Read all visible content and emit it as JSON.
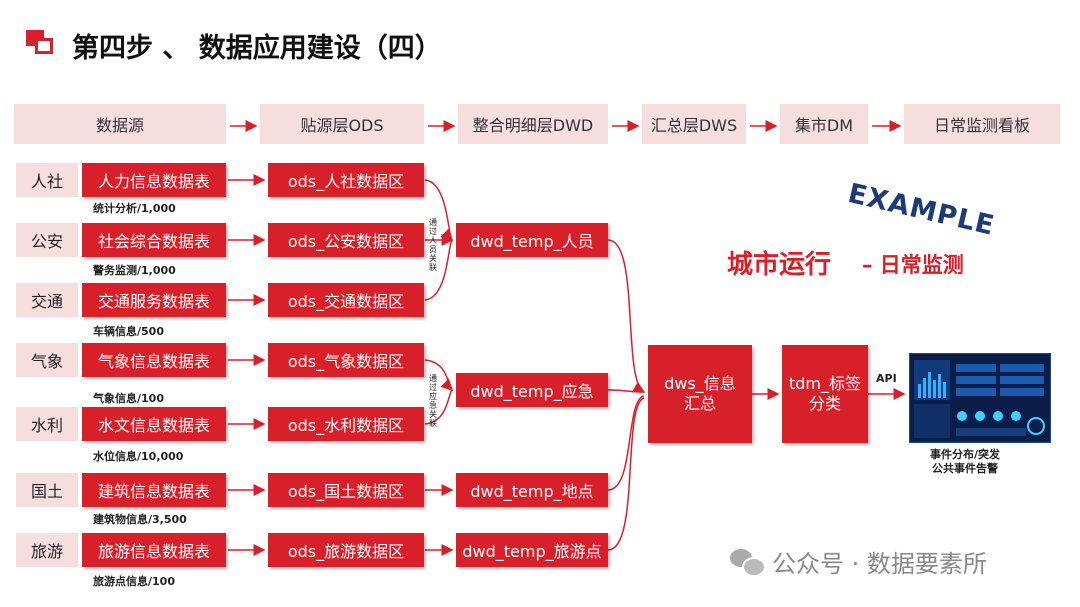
{
  "title": "第四步 、  数据应用建设（四）",
  "flow": [
    {
      "label": "数据源"
    },
    {
      "label": "贴源层ODS"
    },
    {
      "label": "整合明细层DWD"
    },
    {
      "label": "汇总层DWS"
    },
    {
      "label": "集市DM"
    },
    {
      "label": "日常监测看板"
    }
  ],
  "sources": [
    {
      "dept": "人社",
      "table": "人力信息数据表",
      "caption": "统计分析/1,000",
      "ods": "ods_人社数据区"
    },
    {
      "dept": "公安",
      "table": "社会综合数据表",
      "caption": "警务监测/1,000",
      "ods": "ods_公安数据区"
    },
    {
      "dept": "交通",
      "table": "交通服务数据表",
      "caption": "车辆信息/500",
      "ods": "ods_交通数据区"
    },
    {
      "dept": "气象",
      "table": "气象信息数据表",
      "caption": "气象信息/100",
      "ods": "ods_气象数据区"
    },
    {
      "dept": "水利",
      "table": "水文信息数据表",
      "caption": "水位信息/10,000",
      "ods": "ods_水利数据区"
    },
    {
      "dept": "国土",
      "table": "建筑信息数据表",
      "caption": "建筑物信息/3,500",
      "ods": "ods_国土数据区"
    },
    {
      "dept": "旅游",
      "table": "旅游信息数据表",
      "caption": "旅游点信息/100",
      "ods": "ods_旅游数据区"
    }
  ],
  "dwd": [
    {
      "label": "dwd_temp_人员"
    },
    {
      "label": "dwd_temp_应急"
    },
    {
      "label": "dwd_temp_地点"
    },
    {
      "label": "dwd_temp_旅游点"
    }
  ],
  "join_notes": [
    "通过人员关联",
    "通过应急关联"
  ],
  "dws": "dws_信息\n汇总",
  "dm": "tdm_标签\n分类",
  "api_label": "API",
  "example": "EXAMPLE",
  "city_title": "城市运行",
  "city_subtitle": "– 日常监测",
  "dashboard_caption": "事件分布/突发\n公共事件告警",
  "watermark": "公众号 · 数据要素所",
  "colors": {
    "accent": "#d8202a",
    "pale": "#f7dede",
    "example": "#1e3a7a"
  }
}
